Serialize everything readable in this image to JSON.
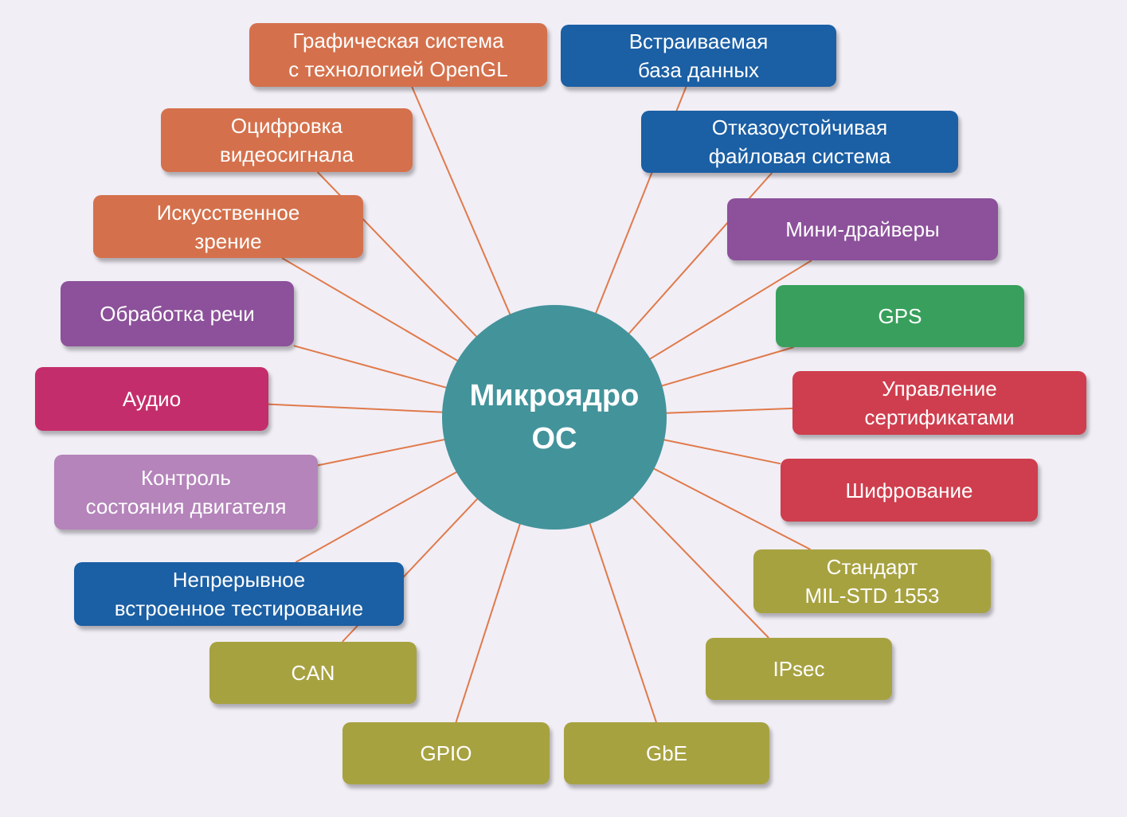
{
  "hub": {
    "label": "Микроядро\nОС",
    "color": "#43939b"
  },
  "link_color": "#e07a4a",
  "nodes": [
    {
      "name": "node-opengl-graphics",
      "label": "Графическая система\nс технологией OpenGL",
      "color": "#d4714c"
    },
    {
      "name": "node-video-digitization",
      "label": "Оцифровка\nвидеосигнала",
      "color": "#d4714c"
    },
    {
      "name": "node-computer-vision",
      "label": "Искусственное\nзрение",
      "color": "#d4714c"
    },
    {
      "name": "node-speech-processing",
      "label": "Обработка речи",
      "color": "#8c519a"
    },
    {
      "name": "node-audio",
      "label": "Аудио",
      "color": "#c42d6b"
    },
    {
      "name": "node-engine-monitoring",
      "label": "Контроль\nсостояния двигателя",
      "color": "#b484ba"
    },
    {
      "name": "node-built-in-testing",
      "label": "Непрерывное\nвстроенное тестирование",
      "color": "#1b5fa4"
    },
    {
      "name": "node-can",
      "label": "CAN",
      "color": "#a7a240"
    },
    {
      "name": "node-gpio",
      "label": "GPIO",
      "color": "#a7a240"
    },
    {
      "name": "node-gbe",
      "label": "GbE",
      "color": "#a7a240"
    },
    {
      "name": "node-ipsec",
      "label": "IPsec",
      "color": "#a7a240"
    },
    {
      "name": "node-mil-std-1553",
      "label": "Стандарт\nMIL-STD 1553",
      "color": "#a7a240"
    },
    {
      "name": "node-encryption",
      "label": "Шифрование",
      "color": "#cf3e4e"
    },
    {
      "name": "node-certificate-management",
      "label": "Управление\nсертификатами",
      "color": "#cf3e4e"
    },
    {
      "name": "node-gps",
      "label": "GPS",
      "color": "#38a05c"
    },
    {
      "name": "node-mini-drivers",
      "label": "Мини-драйверы",
      "color": "#8c519a"
    },
    {
      "name": "node-fault-tolerant-fs",
      "label": "Отказоустойчивая\nфайловая система",
      "color": "#1b5fa4"
    },
    {
      "name": "node-embedded-database",
      "label": "Встраиваемая\nбаза данных",
      "color": "#1b5fa4"
    }
  ]
}
